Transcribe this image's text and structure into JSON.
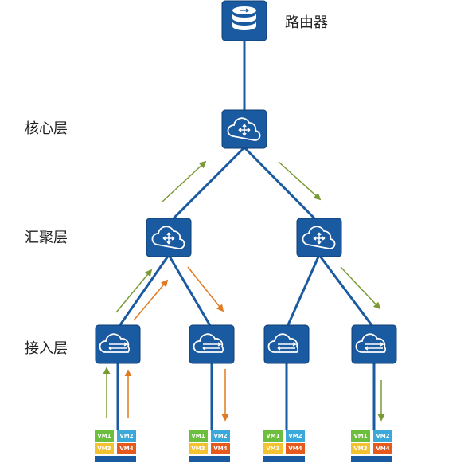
{
  "router_label": "路由器",
  "layer_labels": {
    "core": "核心层",
    "aggregation": "汇聚层",
    "access": "接入层"
  },
  "vm_labels": [
    "VM1",
    "VM2",
    "VM3",
    "VM4"
  ],
  "colors": {
    "device_blue": "#1a5aa0",
    "device_border": "#0f3f75",
    "link": "#1a5aa0",
    "arrow_green": "#7a9a35",
    "arrow_orange": "#e07a20",
    "vm1": "#6cbf3c",
    "vm2": "#3aa8d8",
    "vm3": "#f2c230",
    "vm4": "#e65a1e"
  },
  "icons": {
    "router": "database-cylinder-icon",
    "core": "cloud-switch-icon",
    "aggregation": "cloud-switch-icon",
    "access": "cloud-arrows-icon"
  }
}
